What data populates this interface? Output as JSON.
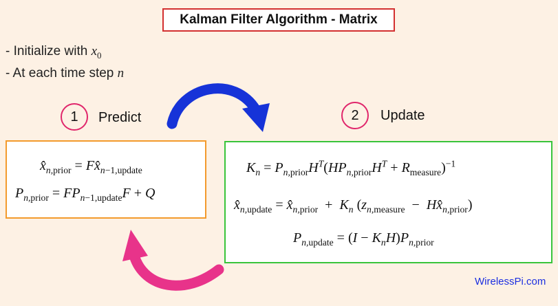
{
  "title": "Kalman Filter Algorithm - Matrix",
  "bullets": {
    "init_prefix": "- Initialize with",
    "init_var": "x",
    "init_sub": "0",
    "step_prefix": "- At each time step",
    "step_var": "n"
  },
  "steps": [
    {
      "number": "1",
      "label": "Predict"
    },
    {
      "number": "2",
      "label": "Update"
    }
  ],
  "predict_equations": [
    "x̂n,prior = F x̂n−1,update",
    "Pn,prior = F Pn−1,update F + Q"
  ],
  "update_equations": [
    "Kn = Pn,prior H^T (H Pn,prior H^T + Rmeasure)^−1",
    "x̂n,update = x̂n,prior + Kn (zn,measure − H x̂n,prior)",
    "Pn,update = (I − Kn H) Pn,prior"
  ],
  "credit": "WirelessPi.com",
  "colors": {
    "background": "#fdf1e4",
    "title_border": "#d32f2f",
    "predict_border": "#f39a2c",
    "update_border": "#39c43a",
    "step_circle": "#e0266b",
    "arrow_top": "#1633d8",
    "arrow_bottom": "#e8338a",
    "credit": "#1c2fe0"
  }
}
